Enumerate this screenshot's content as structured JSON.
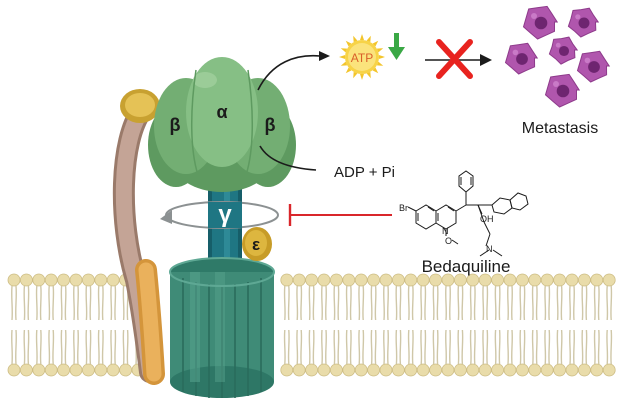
{
  "labels": {
    "alpha": "α",
    "beta_left": "β",
    "beta_right": "β",
    "gamma": "γ",
    "epsilon": "ε",
    "atp": "ATP",
    "adp_pi": "ADP + Pi",
    "metastasis": "Metastasis",
    "drug_name": "Bedaquiline",
    "mol_br": "Br",
    "mol_n": "N",
    "mol_o": "O",
    "mol_oh": "OH",
    "mol_amine_n": "N"
  },
  "colors": {
    "f1_head": "#7fb77e",
    "f1_head_dark": "#5e9a60",
    "stalk": "#1b6e7a",
    "stalk_light": "#2f8f9a",
    "f0_ring": "#4f9b86",
    "f0_ring_dark": "#2f7a68",
    "membrane_head": "#e7d9a9",
    "peripheral_stalk": "#b89584",
    "peripheral_base": "#e1a54a",
    "epsilon": "#d9b13d",
    "atp_sun": "#f7d348",
    "down_arrow": "#3aa845",
    "x_mark": "#e8231f",
    "inhibit_line": "#d9262b",
    "cell": "#a446a0",
    "cell_dark": "#7c2d7c"
  },
  "icons": {
    "atp_icon": "sun-badge",
    "decrease_icon": "down-arrow",
    "block_icon": "red-x",
    "inhibit_icon": "t-bar"
  }
}
